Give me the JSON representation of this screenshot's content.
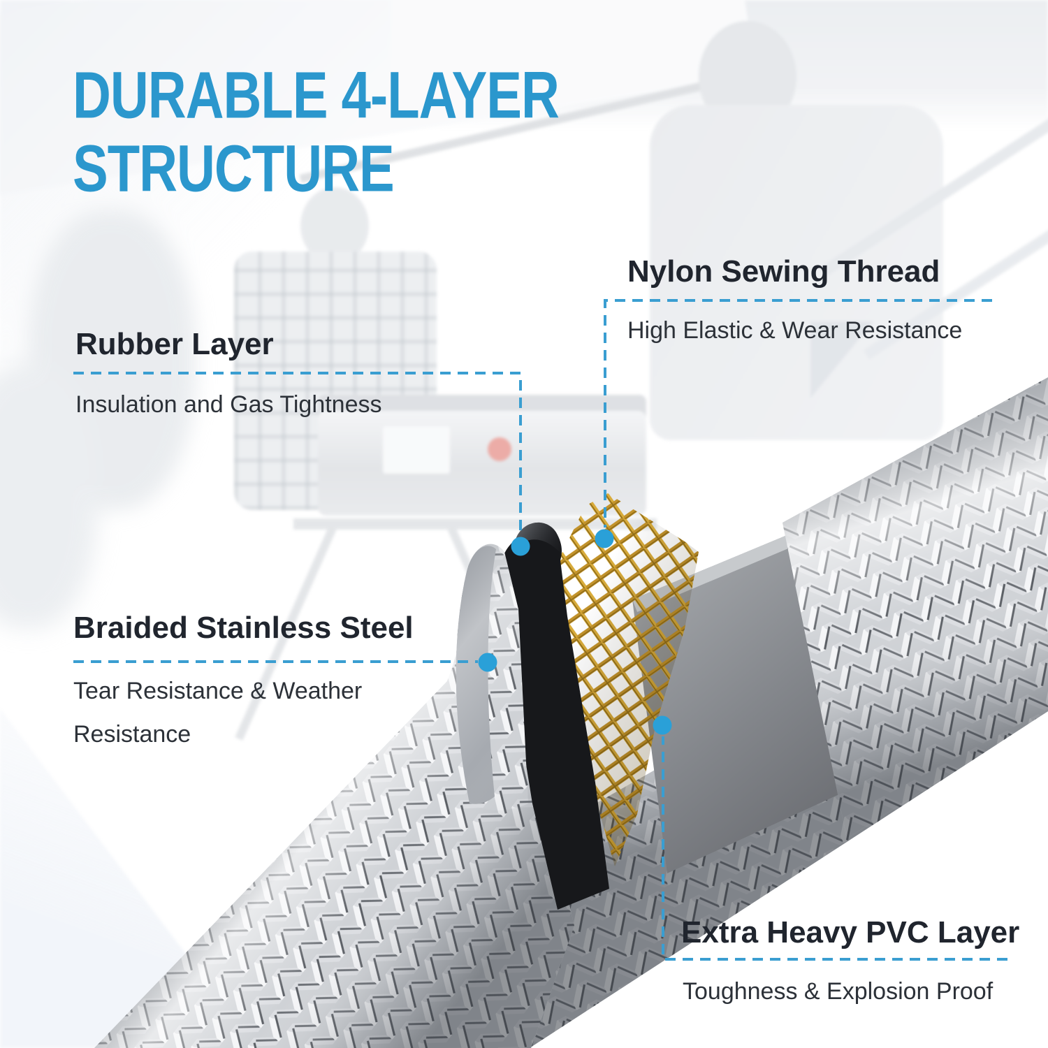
{
  "title": {
    "line1": "DURABLE 4-LAYER",
    "line2": "STRUCTURE"
  },
  "callouts": {
    "rubber": {
      "title": "Rubber Layer",
      "desc": "Insulation and Gas Tightness"
    },
    "nylon": {
      "title": "Nylon Sewing Thread",
      "desc": "High Elastic & Wear Resistance"
    },
    "steel": {
      "title": "Braided Stainless Steel",
      "desc": "Tear Resistance & Weather Resistance"
    },
    "pvc": {
      "title": "Extra Heavy PVC Layer",
      "desc": "Toughness & Explosion Proof"
    }
  },
  "layers": [
    {
      "name": "braided-stainless-steel",
      "color": "#d6d9dd"
    },
    {
      "name": "rubber-layer",
      "color": "#1a1b1e"
    },
    {
      "name": "nylon-sewing-thread-mesh",
      "color": "#d2a83c"
    },
    {
      "name": "extra-heavy-pvc-layer",
      "color": "#84878c"
    }
  ],
  "colors": {
    "accent_blue": "#2b97cd",
    "connector_blue": "#3a9ed1",
    "dot_blue": "#2aa0d8",
    "heading_text": "#20252e",
    "body_text": "#2c3138",
    "mesh_gold": "#d2a83c",
    "pvc_gray": "#84878c",
    "background": "#ffffff"
  }
}
